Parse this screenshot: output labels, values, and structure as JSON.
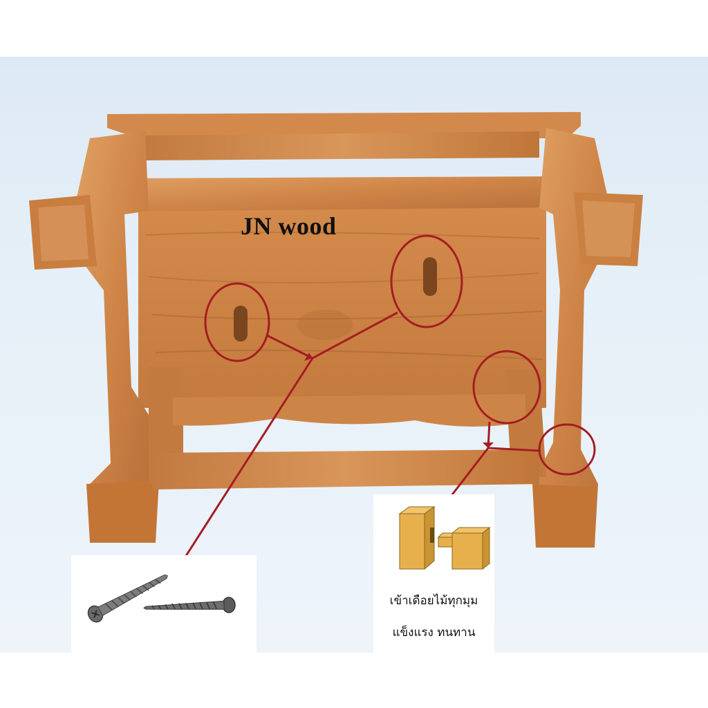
{
  "brand": {
    "text": "JN wood"
  },
  "joint_caption": {
    "line1": "เข้าเดือยไม้ทุกมุม",
    "line2": "แข็งแรง ทนทาน"
  },
  "colors": {
    "annotation": "#a51c24",
    "wood_light": "#d98e4f",
    "wood_dark": "#b46a32",
    "background": "#e6f0f8"
  },
  "icons": [
    "screw-icon",
    "mortise-tenon-joint-icon"
  ]
}
